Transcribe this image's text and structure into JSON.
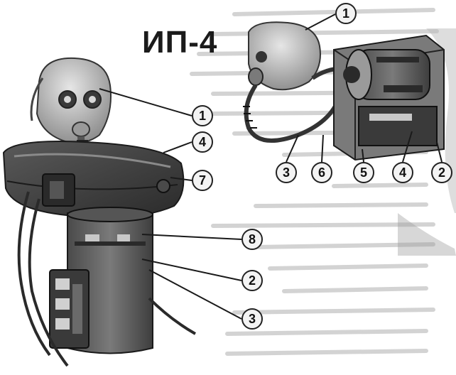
{
  "title": "ИП-4",
  "callouts_left": [
    "1",
    "4",
    "7",
    "8",
    "2",
    "3"
  ],
  "callouts_right": [
    "1",
    "3",
    "6",
    "5",
    "4",
    "2"
  ],
  "palette": {
    "background": "#ffffff",
    "ink": "#1b1b1b",
    "device_dark": "#3a3a3a",
    "device_mid": "#6e6e6e",
    "device_light": "#bdbdbd",
    "scan_grey": "#d9d9d9"
  }
}
